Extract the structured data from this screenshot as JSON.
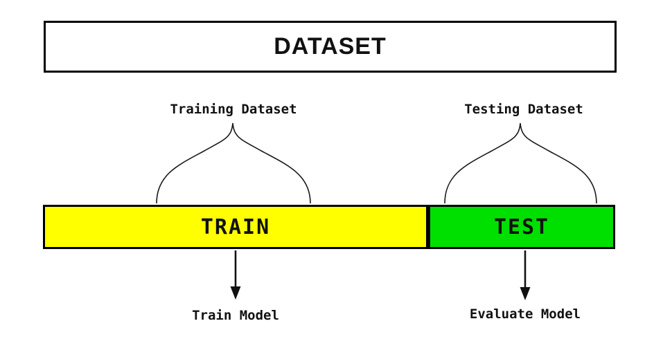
{
  "diagram": {
    "title": "DATASET",
    "train": {
      "bar_label": "TRAIN",
      "brace_label": "Training Dataset",
      "result_label": "Train Model",
      "color": "#ffff00"
    },
    "test": {
      "bar_label": "TEST",
      "brace_label": "Testing Dataset",
      "result_label": "Evaluate Model",
      "color": "#00e000"
    },
    "line_color": "#1a1a1a",
    "background": "#ffffff"
  }
}
